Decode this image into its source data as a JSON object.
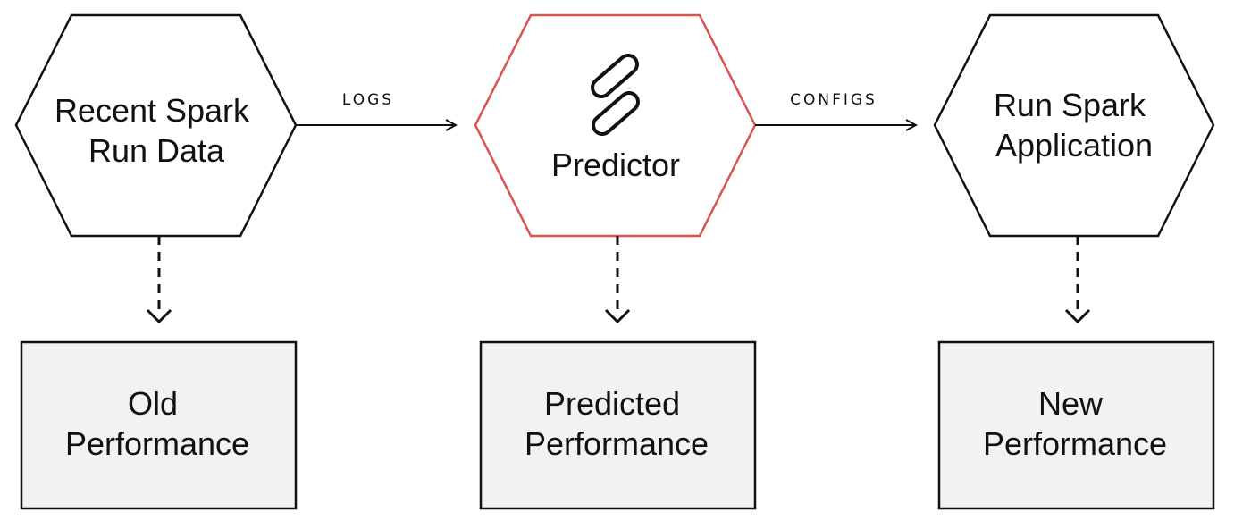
{
  "nodes": {
    "recent_run_data": {
      "lines": [
        "Recent Spark",
        "Run Data"
      ]
    },
    "predictor": {
      "lines": [
        "Predictor"
      ],
      "icon": "pills-icon",
      "accent": "#d9534f"
    },
    "run_application": {
      "lines": [
        "Run Spark",
        "Application"
      ]
    }
  },
  "outputs": {
    "old": {
      "lines": [
        "Old",
        "Performance"
      ]
    },
    "predicted": {
      "lines": [
        "Predicted",
        "Performance"
      ]
    },
    "new": {
      "lines": [
        "New",
        "Performance"
      ]
    }
  },
  "edges": {
    "logs": {
      "label": "LOGS"
    },
    "configs": {
      "label": "CONFIGS"
    }
  },
  "colors": {
    "stroke": "#111111",
    "box_fill": "#f2f2f2",
    "accent": "#d9534f"
  }
}
